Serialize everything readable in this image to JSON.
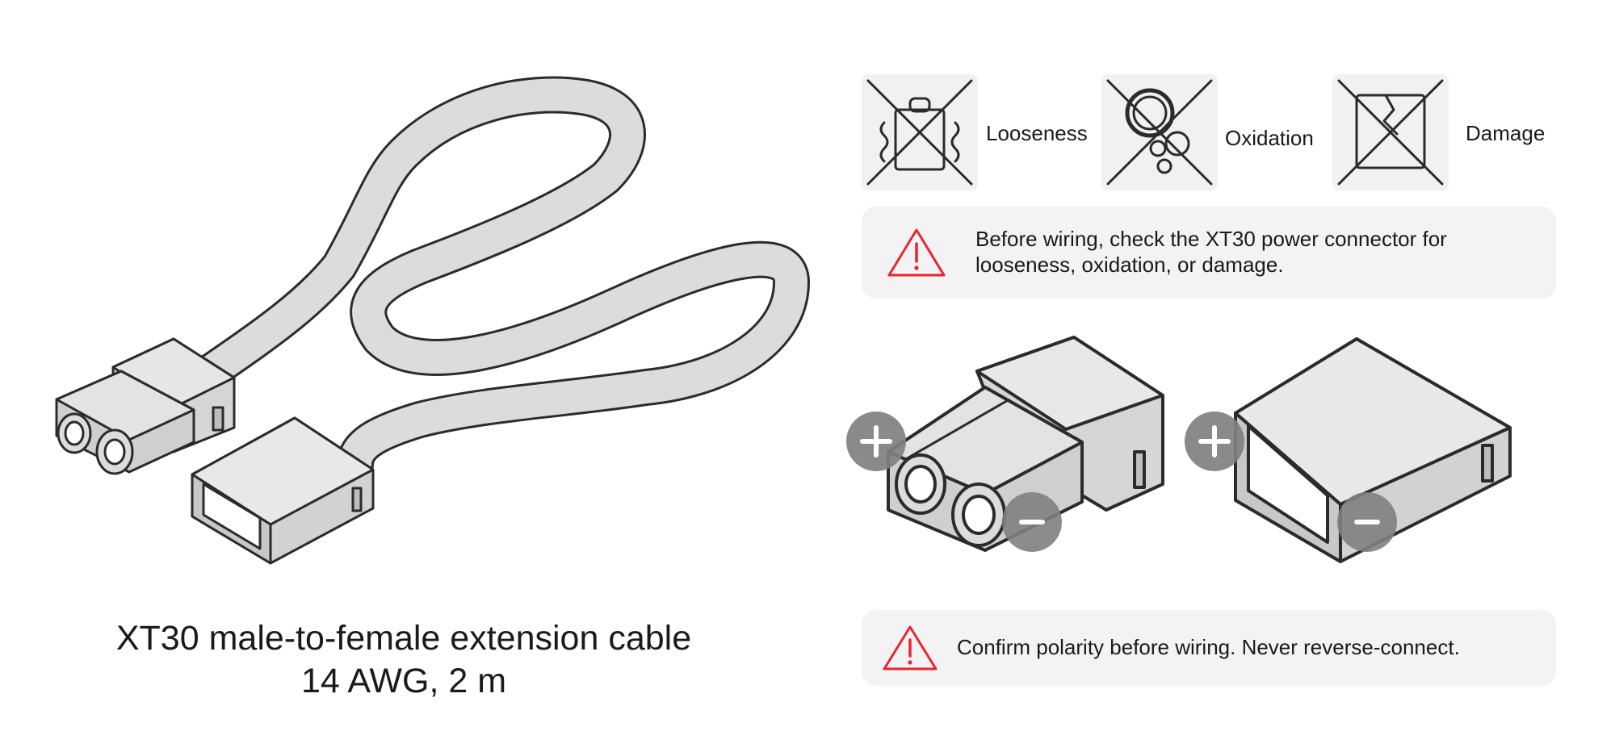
{
  "caption": {
    "line1": "XT30 male-to-female extension cable",
    "line2": "14 AWG, 2 m"
  },
  "checks": [
    {
      "label": "Looseness",
      "icon": "looseness-crossed-icon"
    },
    {
      "label": "Oxidation",
      "icon": "oxidation-crossed-icon"
    },
    {
      "label": "Damage",
      "icon": "damage-crossed-icon"
    }
  ],
  "notices": {
    "check": {
      "line1": "Before wiring, check the XT30 power connector for",
      "line2": "looseness, oxidation, or damage.",
      "icon": "warning-triangle-icon"
    },
    "polarity": {
      "text": "Confirm polarity before wiring. Never reverse-connect.",
      "icon": "warning-triangle-icon"
    }
  },
  "polarity": {
    "plus": "+",
    "minus": "-"
  },
  "colors": {
    "warning": "#e8262f",
    "tile": "#f1f1f3",
    "notice_bg": "#f3f3f5",
    "cable": "#dcdcdc",
    "outline": "#2b2b2b",
    "polarity_badge": "#808080"
  }
}
